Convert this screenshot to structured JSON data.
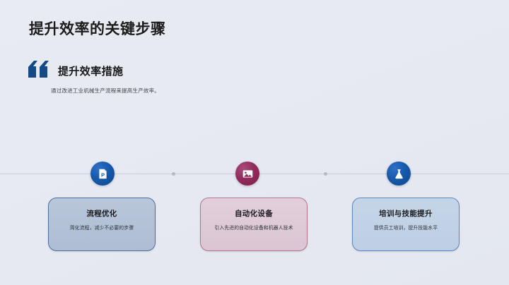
{
  "slide": {
    "title": "提升效率的关键步骤",
    "background_color": "#e7eaf2"
  },
  "quote": {
    "icon": "quote-mark-icon",
    "heading": "提升效率措施",
    "description": "通过改进工业机械生产流程来提高生产效率。",
    "accent_color": "#154a86"
  },
  "timeline": {
    "line_color": "#c9ccd6",
    "dot_color": "#b6bac6",
    "nodes": [
      {
        "icon": "document-file-icon",
        "color": "#1659ab"
      },
      {
        "icon": "image-picture-icon",
        "color": "#932c5d"
      },
      {
        "icon": "flask-lab-icon",
        "color": "#1659ab"
      }
    ]
  },
  "cards": [
    {
      "title": "流程优化",
      "description": "简化流程，减少不必要的步骤",
      "fill_color": "#b3c2d8",
      "border_color": "#4b6f9e"
    },
    {
      "title": "自动化设备",
      "description": "引入先进的自动化设备和机器人技术",
      "fill_color": "#dfcad9",
      "border_color": "#b2738f"
    },
    {
      "title": "培训与技能提升",
      "description": "提供员工培训，提升技能水平",
      "fill_color": "#c1d1e6",
      "border_color": "#5b87b9"
    }
  ]
}
